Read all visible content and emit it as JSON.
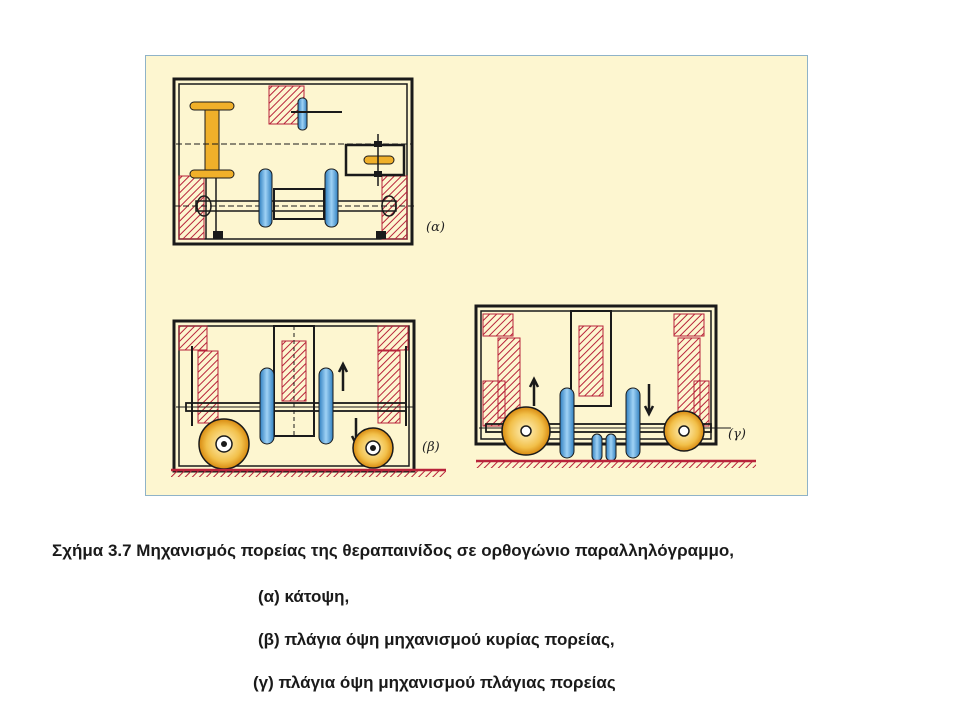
{
  "figure": {
    "labels": {
      "a": "(α)",
      "b": "(β)",
      "c": "(γ)"
    }
  },
  "caption": {
    "title": "Σχήμα 3.7  Μηχανισμός πορείας της θεραπαινίδος σε ορθογώνιο παραλληλόγραμμο,",
    "line_a": "(α) κάτοψη,",
    "line_b": "(β) πλάγια όψη μηχανισμού κυρίας πορείας,",
    "line_c": "(γ) πλάγια όψη μηχανισμού πλάγιας πορείας"
  },
  "colors": {
    "background": "#fdf6d0",
    "outline": "#1a1a1a",
    "hatch": "#b8233a",
    "wheel": "#e8a020",
    "rail_blue": "#5aa8e0"
  }
}
